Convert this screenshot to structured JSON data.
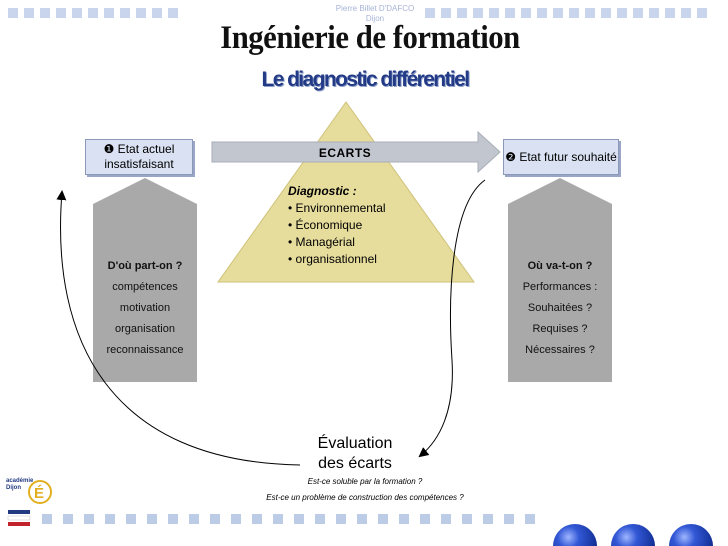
{
  "header": {
    "author": "Pierre Billet D'DAFCO",
    "city": "Dijon",
    "title": "Ingénierie de formation",
    "subtitle": "Le diagnostic différentiel"
  },
  "current_state": {
    "label": "❶ Etat actuel insatisfaisant"
  },
  "future_state": {
    "label": "❷ Etat futur souhaité"
  },
  "gap_arrow": {
    "label": "ECARTS"
  },
  "diagnostic": {
    "heading": "Diagnostic :",
    "items": [
      "Environnemental",
      "Économique",
      "Managérial",
      "organisationnel"
    ]
  },
  "left_arrow": {
    "heading": "D'où part-on ?",
    "items": [
      "compétences",
      "motivation",
      "organisation",
      "reconnaissance"
    ]
  },
  "right_arrow": {
    "heading": "Où va-t-on ?",
    "items": [
      "Performances :",
      "Souhaitées ?",
      "Requises ?",
      "Nécessaires ?"
    ]
  },
  "evaluation": {
    "line1": "Évaluation",
    "line2": "des écarts",
    "question1": "Est-ce soluble par la formation ?",
    "question2": "Est-ce un problème de construction des compétences ?"
  },
  "logo": {
    "name": "académie",
    "city": "Dijon"
  },
  "colors": {
    "triangle": "#e6dc9c",
    "big_arrow": "#a9a9a9",
    "gap_arrow": "#c2c6cf",
    "box_fill": "#d9e1f2",
    "subtitle": "#233a86",
    "sphere": "#2447b8"
  }
}
